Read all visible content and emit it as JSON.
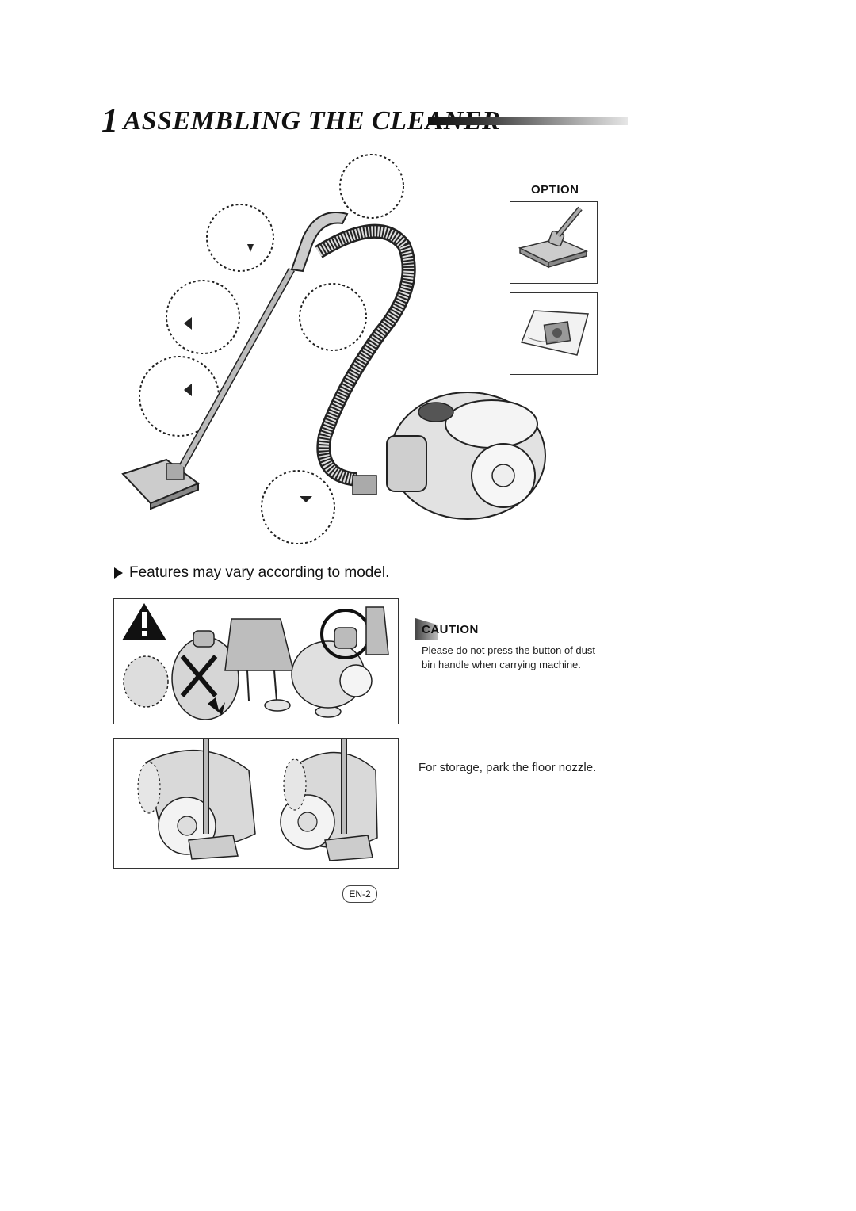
{
  "heading": {
    "number": "1",
    "title": "ASSEMBLING THE CLEANER"
  },
  "option": {
    "label": "OPTION"
  },
  "note": {
    "text": "Features may vary according to model."
  },
  "caution": {
    "title": "CAUTION",
    "body": "Please do not press the button of dust bin handle when carrying machine."
  },
  "storage": {
    "text": "For storage, park the floor nozzle."
  },
  "page": {
    "number": "EN-2"
  },
  "icons": [
    "warning-triangle-icon",
    "prohibited-x-icon",
    "ok-circle-icon",
    "arrow-icon"
  ]
}
